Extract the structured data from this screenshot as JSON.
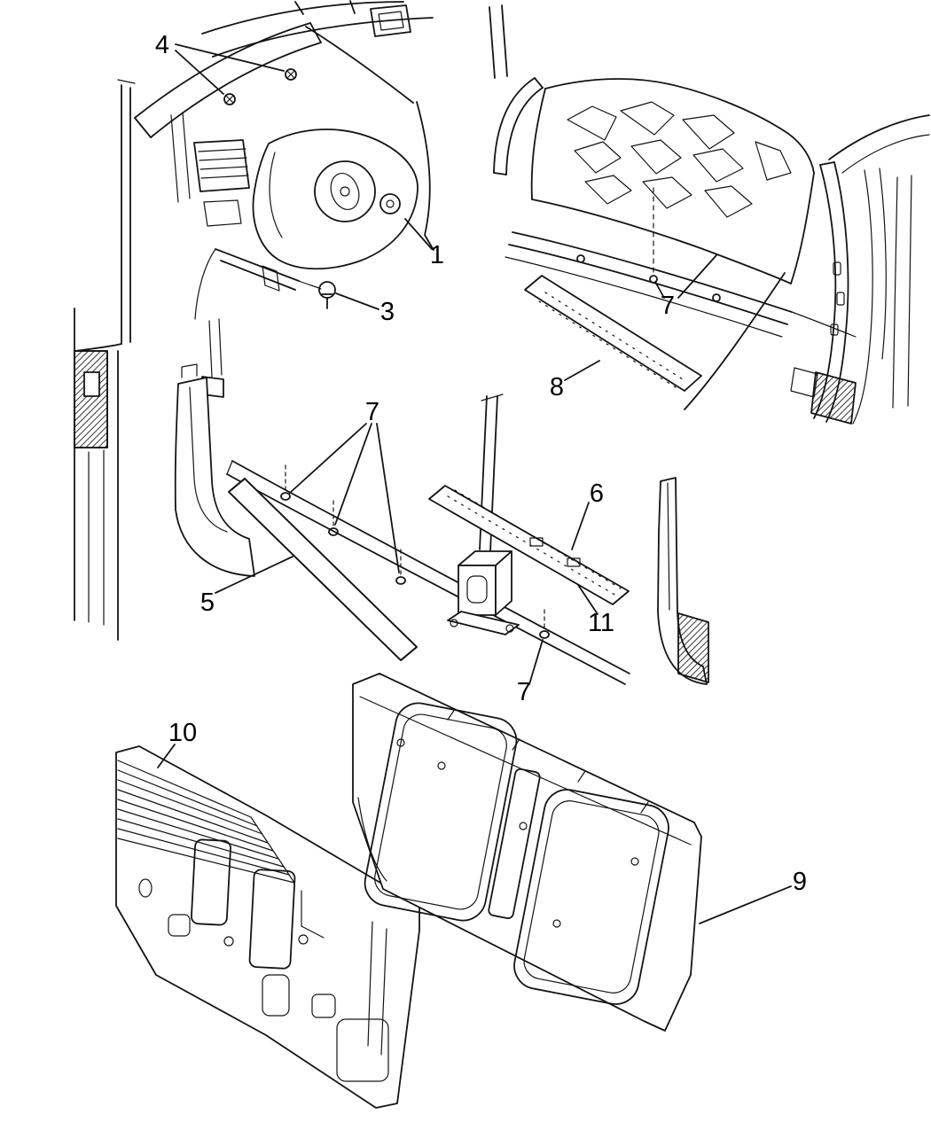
{
  "diagram": {
    "type": "parts-line-diagram",
    "background_color": "#ffffff",
    "line_color": "#141414",
    "callouts": [
      {
        "id": "callout-4",
        "label": "4"
      },
      {
        "id": "callout-1",
        "label": "1"
      },
      {
        "id": "callout-3",
        "label": "3"
      },
      {
        "id": "callout-7-top-right",
        "label": "7"
      },
      {
        "id": "callout-8",
        "label": "8"
      },
      {
        "id": "callout-7-middle",
        "label": "7"
      },
      {
        "id": "callout-5",
        "label": "5"
      },
      {
        "id": "callout-6",
        "label": "6"
      },
      {
        "id": "callout-11",
        "label": "11"
      },
      {
        "id": "callout-7-lower",
        "label": "7"
      },
      {
        "id": "callout-10",
        "label": "10"
      },
      {
        "id": "callout-9",
        "label": "9"
      }
    ]
  }
}
